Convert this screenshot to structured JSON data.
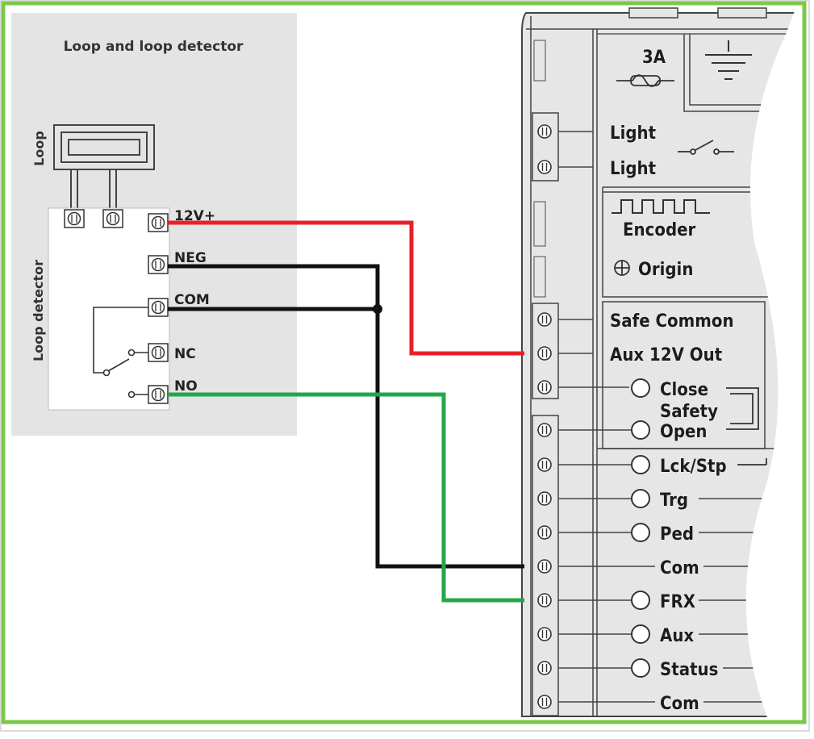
{
  "loop_panel": {
    "title": "Loop and loop detector",
    "loop_label": "Loop",
    "detector_label": "Loop detector",
    "terminals": {
      "v12": "12V+",
      "neg": "NEG",
      "com": "COM",
      "nc": "NC",
      "no": "NO"
    }
  },
  "controller": {
    "fuse_label": "3A",
    "light_1": "Light",
    "light_2": "Light",
    "encoder": "Encoder",
    "origin": "Origin",
    "safe_common": "Safe Common",
    "aux_12v_out": "Aux 12V Out",
    "close": "Close",
    "safety": "Safety",
    "open": "Open",
    "lck_stp": "Lck/Stp",
    "trg": "Trg",
    "ped": "Ped",
    "com_1": "Com",
    "frx": "FRX",
    "aux": "Aux",
    "status": "Status",
    "com_2": "Com"
  },
  "colors": {
    "frame": "#7cc84a",
    "wire_12v": "#e8202a",
    "wire_neg_com": "#111111",
    "wire_no": "#22a84a",
    "panel_bg": "#e4e4e4",
    "controller_bg": "#e6e6e6"
  }
}
